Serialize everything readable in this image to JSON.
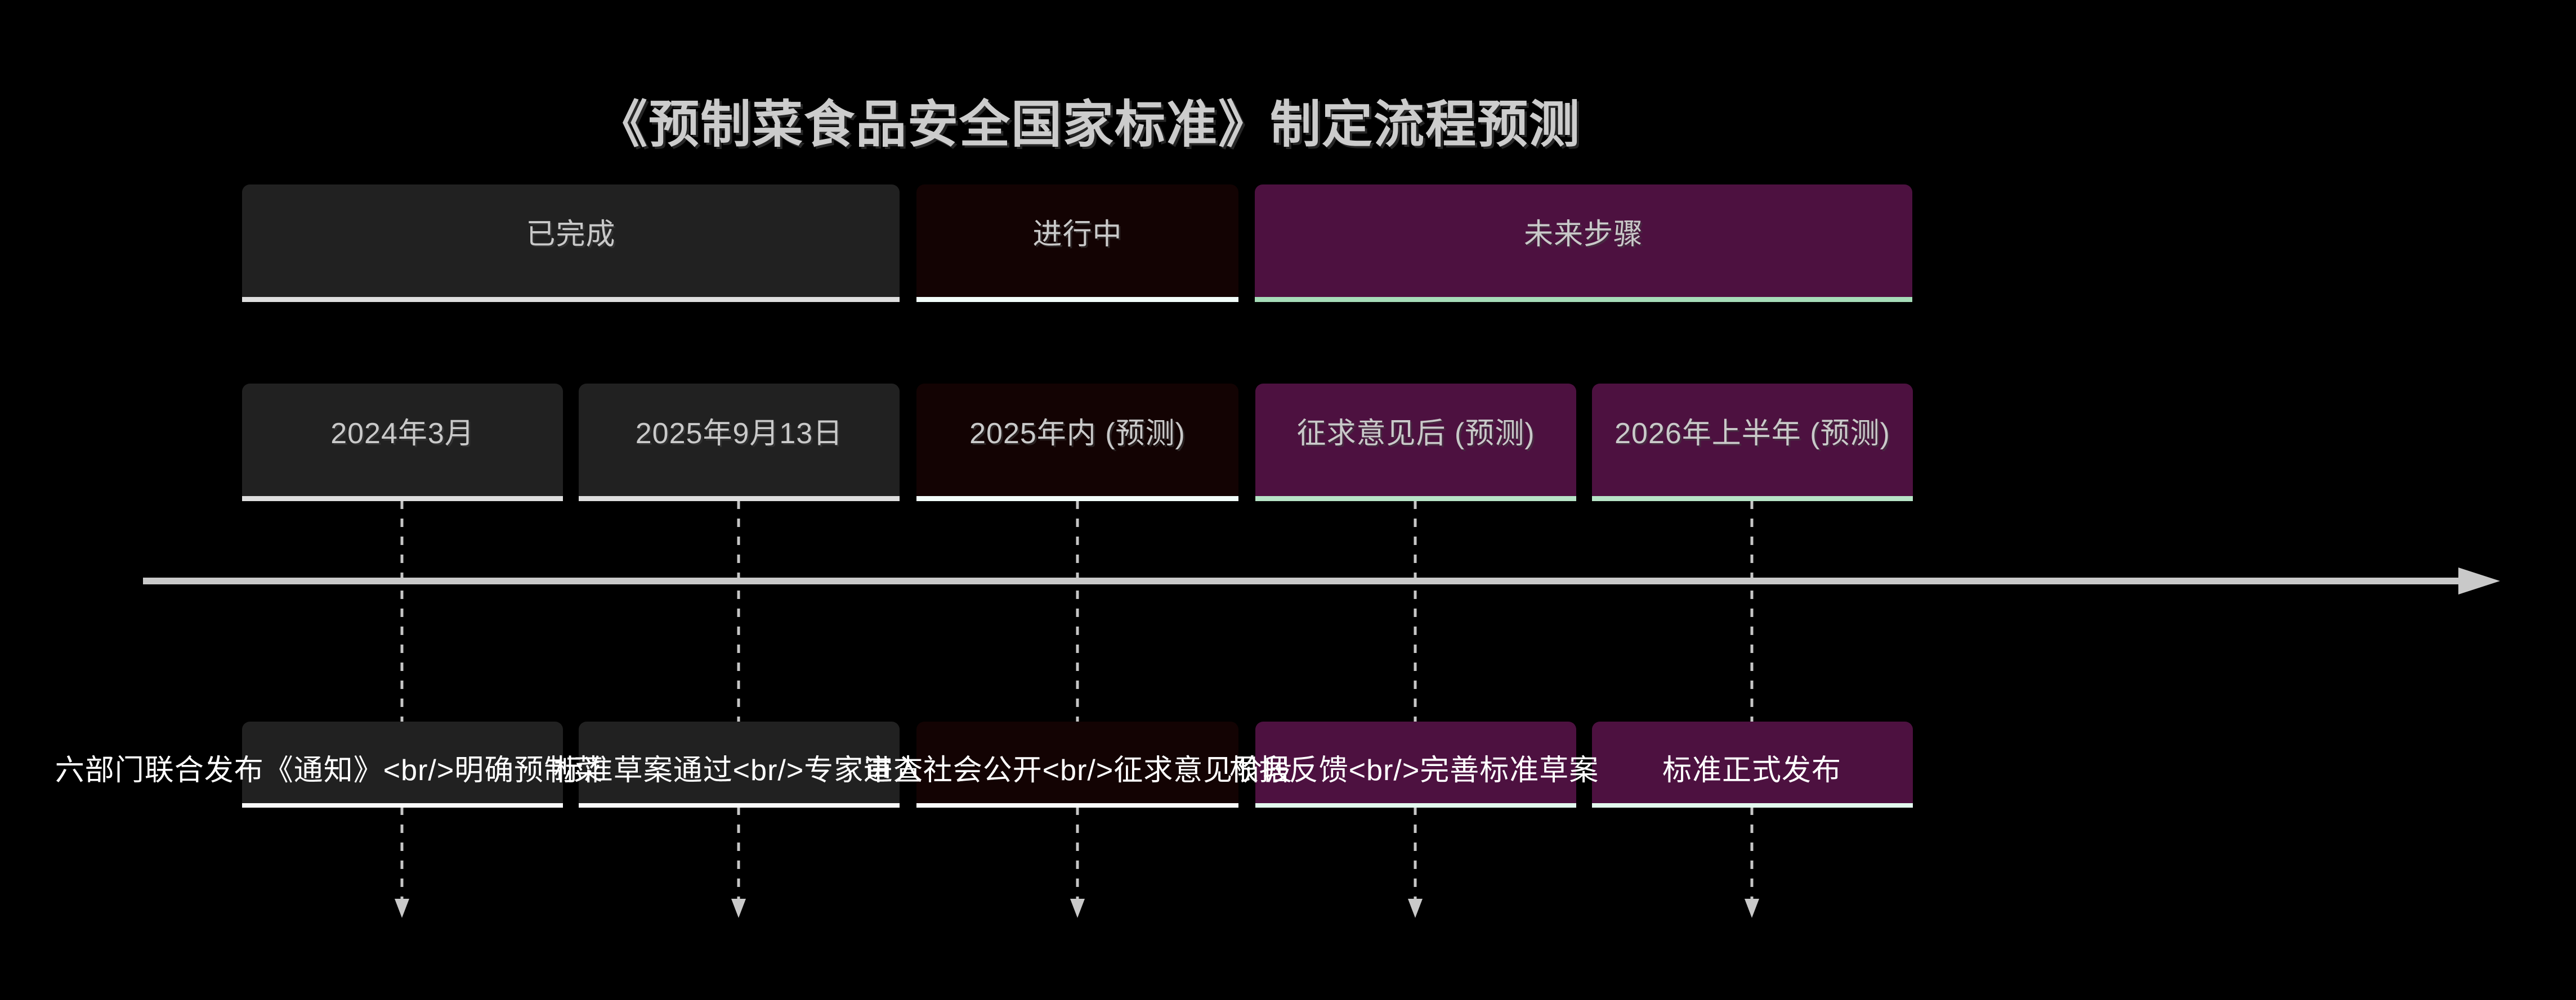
{
  "title": "《预制菜食品安全国家标准》制定流程预测",
  "sections": [
    {
      "label": "已完成",
      "status": "completed"
    },
    {
      "label": "进行中",
      "status": "in-progress"
    },
    {
      "label": "未来步骤",
      "status": "future"
    }
  ],
  "periods": [
    {
      "label": "2024年3月",
      "section": "已完成"
    },
    {
      "label": "2025年9月13日",
      "section": "已完成"
    },
    {
      "label": "2025年内 (预测)",
      "section": "进行中"
    },
    {
      "label": "征求意见后 (预测)",
      "section": "未来步骤"
    },
    {
      "label": "2026年上半年 (预测)",
      "section": "未来步骤"
    }
  ],
  "events": [
    {
      "label": "六部门联合发布《通知》<br/>明确预制菜",
      "section": "已完成"
    },
    {
      "label": "标准草案通过<br/>专家审查",
      "section": "已完成"
    },
    {
      "label": "进入社会公开<br/>征求意见阶段",
      "section": "进行中"
    },
    {
      "label": "根据反馈<br/>完善标准草案",
      "section": "未来步骤"
    },
    {
      "label": "标准正式发布",
      "section": "未来步骤"
    }
  ],
  "colors": {
    "background": "#000000",
    "completed_fill": "#212121",
    "in_progress_fill": "#130303",
    "future_fill": "#4d1140",
    "section_underline_completed": "#dedede",
    "section_underline_in_progress": "#f2fdfa",
    "section_underline_future": "#a6dcb8",
    "period_underline_future": "#b7e4c7",
    "event_underline_light": "#fafafa",
    "event_underline_mint": "#e3f9ef",
    "axis_gray": "#c9c9c9",
    "title_text": "#cccccc",
    "box_text": "#c9c9c9",
    "event_text": "#ffffff"
  }
}
